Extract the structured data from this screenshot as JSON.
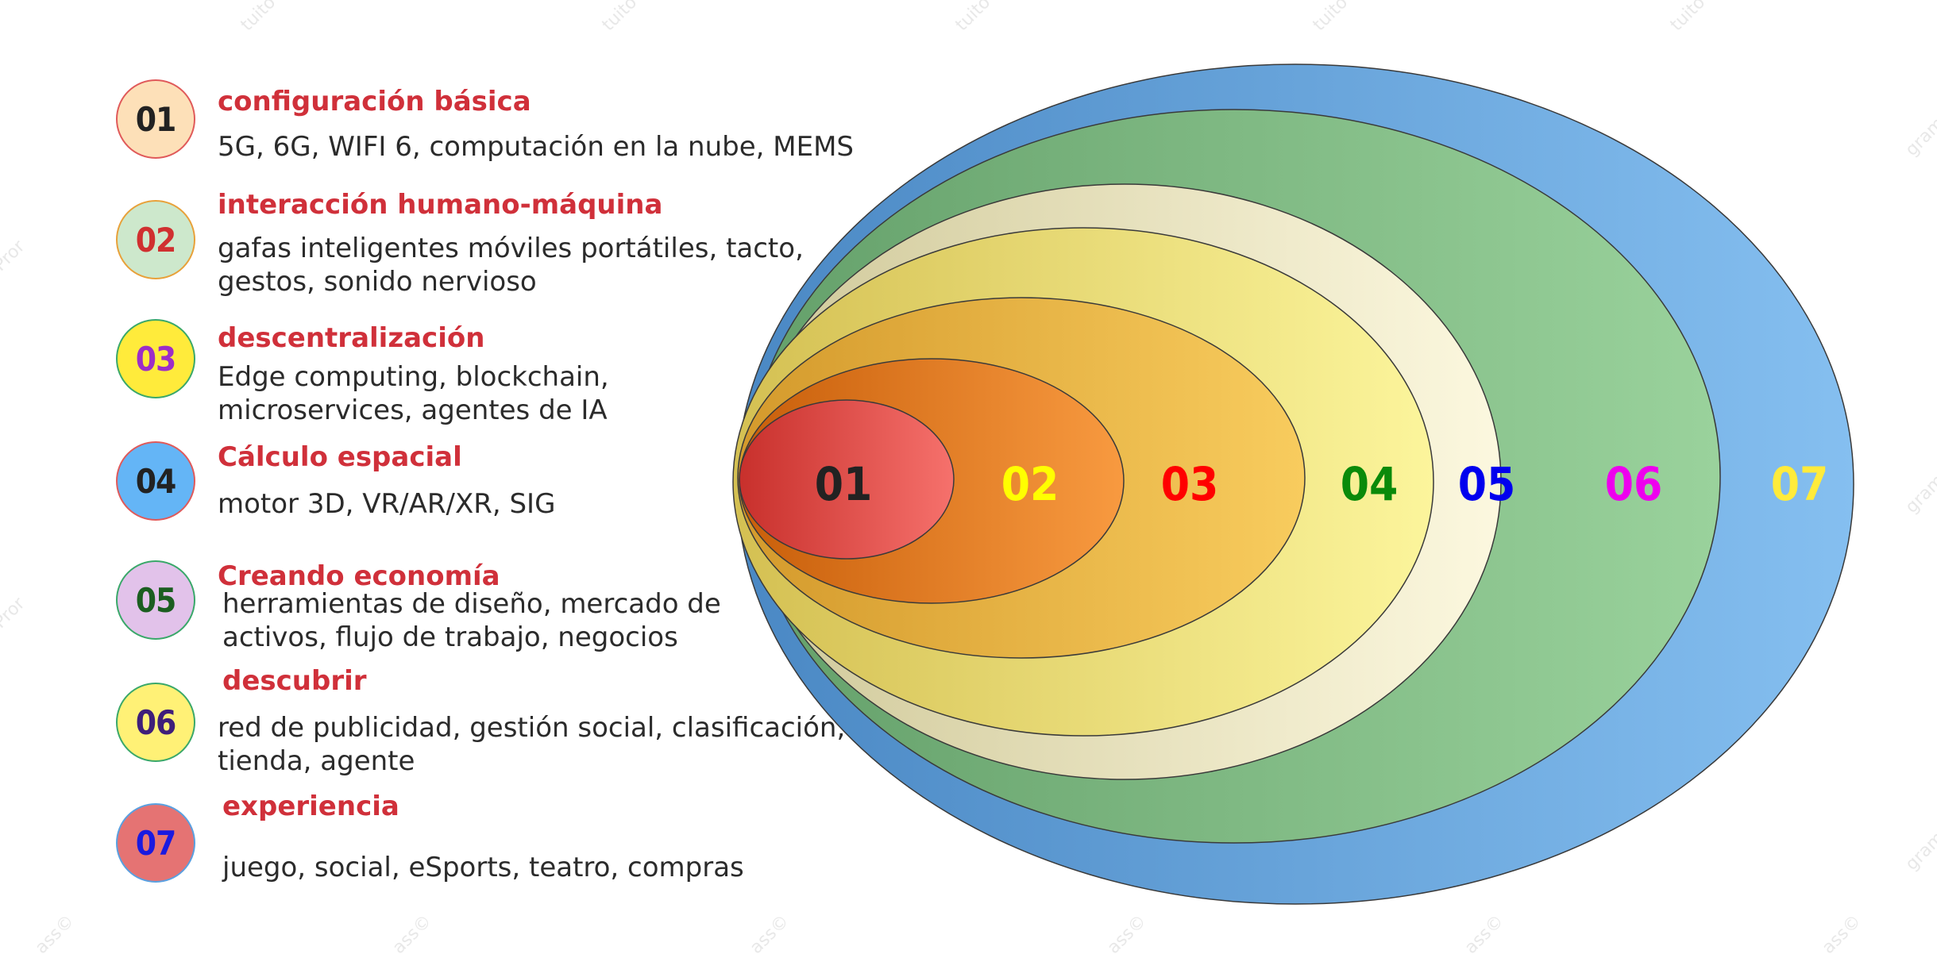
{
  "layers": [
    {
      "number": "01",
      "title": "configuración básica",
      "desc_lines": [
        "5G, 6G, WIFI 6, computación en la nube, MEMS"
      ],
      "circle_fill": "#fde0b8",
      "circle_border": "#e05a5a",
      "number_color": "#222222",
      "ring_label_color": "#222222"
    },
    {
      "number": "02",
      "title": "interacción humano-máquina",
      "desc_lines": [
        "gafas inteligentes móviles portátiles, tacto,",
        "gestos, sonido nervioso"
      ],
      "circle_fill": "#cde8cc",
      "circle_border": "#e8a13a",
      "number_color": "#d03030",
      "ring_label_color": "#ffff00"
    },
    {
      "number": "03",
      "title": "descentralización",
      "desc_lines": [
        "Edge computing, blockchain,",
        "microservices, agentes de IA"
      ],
      "circle_fill": "#ffeb3b",
      "circle_border": "#3aa86a",
      "number_color": "#9c2ec8",
      "ring_label_color": "#ff0000"
    },
    {
      "number": "04",
      "title": "Cálculo espacial",
      "desc_lines": [
        "motor 3D, VR/AR/XR, SIG"
      ],
      "circle_fill": "#64b5f6",
      "circle_border": "#e05a5a",
      "number_color": "#222222",
      "ring_label_color": "#0a8a0a"
    },
    {
      "number": "05",
      "title": "Creando economía",
      "desc_lines": [
        "herramientas de diseño, mercado de",
        "activos, flujo de trabajo, negocios"
      ],
      "circle_fill": "#e2c2ea",
      "circle_border": "#3aa86a",
      "number_color": "#1b5e20",
      "ring_label_color": "#0000ee"
    },
    {
      "number": "06",
      "title": "descubrir",
      "desc_lines": [
        "red de publicidad, gestión social, clasificación,",
        "tienda, agente"
      ],
      "circle_fill": "#fff176",
      "circle_border": "#3aa86a",
      "number_color": "#3f1e7a",
      "ring_label_color": "#ee00ee"
    },
    {
      "number": "07",
      "title": "experiencia",
      "desc_lines": [
        "juego, social, eSports, teatro, compras"
      ],
      "circle_fill": "#e57373",
      "circle_border": "#5aa0e0",
      "number_color": "#1a1ae0",
      "ring_label_color": "#ffeb3b"
    }
  ],
  "ellipse_gradients": [
    [
      "#4a88c4",
      "#85bff0"
    ],
    [
      "#64a06a",
      "#9ad29c"
    ],
    [
      "#d0c99a",
      "#fcf8df"
    ],
    [
      "#d4c052",
      "#fcf59c"
    ],
    [
      "#d49a2c",
      "#f8cc5e"
    ],
    [
      "#c85e0a",
      "#f89a40"
    ],
    [
      "#c8302c",
      "#f6716c"
    ]
  ]
}
